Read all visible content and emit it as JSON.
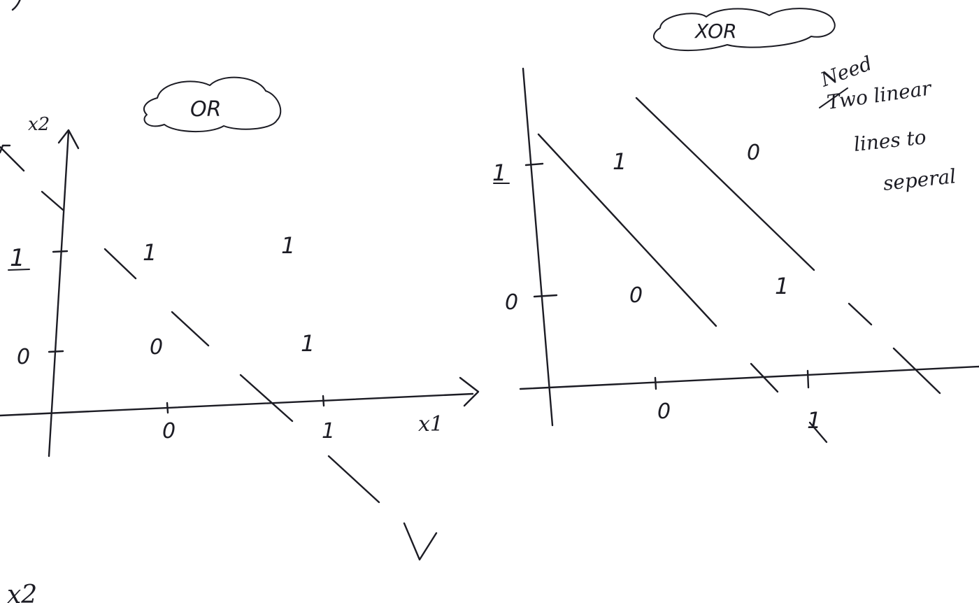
{
  "or_diagram": {
    "title": "OR",
    "y_axis_label": "x2",
    "x_axis_label": "x1",
    "y_ticks": [
      "1",
      "0"
    ],
    "x_ticks": [
      "0",
      "1"
    ],
    "points": [
      "1",
      "1",
      "0",
      "1"
    ],
    "y_arrow_mark": "y"
  },
  "xor_diagram": {
    "title": "XOR",
    "y_ticks": [
      "1",
      "0"
    ],
    "x_ticks": [
      "0",
      "1"
    ],
    "points": [
      "1",
      "0",
      "0",
      "1"
    ],
    "note_lines": [
      "Need",
      "Two linear",
      "lines to",
      "seperal"
    ]
  },
  "corner_mark": "x2"
}
